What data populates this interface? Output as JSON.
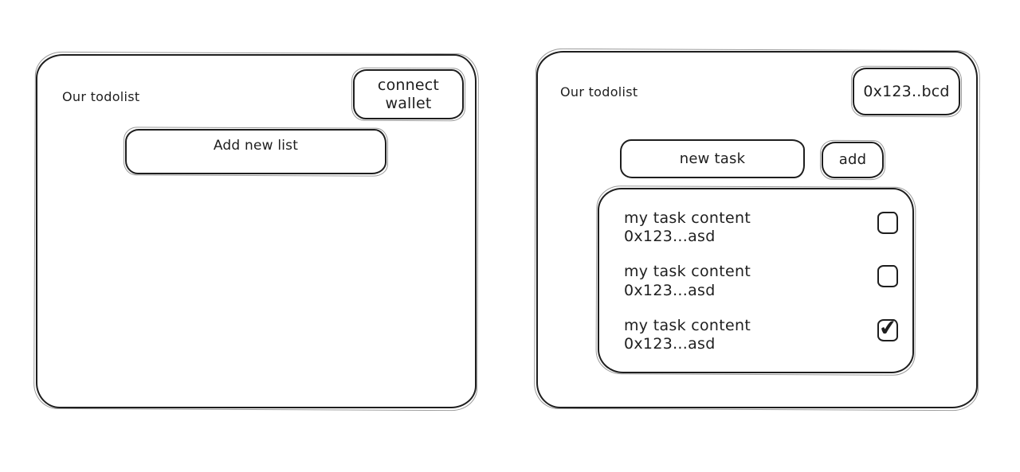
{
  "colors": {
    "stroke": "#1e1e1e",
    "background": "#ffffff"
  },
  "left_panel": {
    "title": "Our todolist",
    "connect_wallet_button": "connect wallet",
    "add_new_list_button": "Add new list"
  },
  "right_panel": {
    "title": "Our todolist",
    "wallet_address_button": "0x123..bcd",
    "new_task_input": {
      "placeholder": "new task"
    },
    "add_button": "add",
    "checkmark_glyph": "✔",
    "tasks": [
      {
        "content": "my task content",
        "address": "0x123...asd",
        "checked": false
      },
      {
        "content": "my task content",
        "address": "0x123...asd",
        "checked": false
      },
      {
        "content": "my task content",
        "address": "0x123...asd",
        "checked": true
      }
    ]
  }
}
